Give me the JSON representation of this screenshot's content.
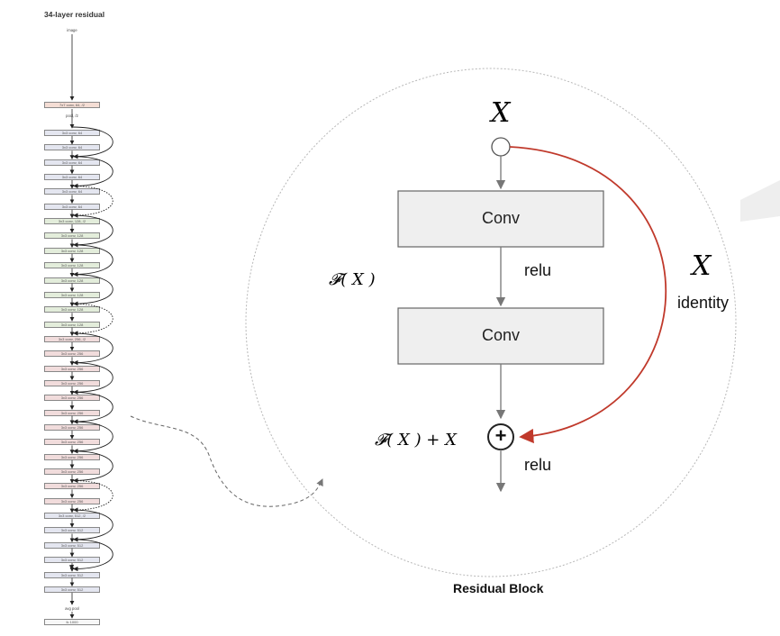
{
  "network": {
    "title": "34-layer residual",
    "input_label": "image",
    "pool_label": "pool, /2",
    "avg_pool_label": "avg pool",
    "layers": [
      {
        "label": "7x7 conv, 64, /2",
        "color": "#f4ddd4"
      },
      {
        "label": "3x3 conv, 64",
        "color": "#e4e6f0"
      },
      {
        "label": "3x3 conv, 64",
        "color": "#e4e6f0"
      },
      {
        "label": "3x3 conv, 64",
        "color": "#e4e6f0"
      },
      {
        "label": "3x3 conv, 64",
        "color": "#e4e6f0"
      },
      {
        "label": "3x3 conv, 64",
        "color": "#e4e6f0"
      },
      {
        "label": "3x3 conv, 64",
        "color": "#e4e6f0"
      },
      {
        "label": "3x3 conv, 128, /2",
        "color": "#e3eddb"
      },
      {
        "label": "3x3 conv, 128",
        "color": "#e3eddb"
      },
      {
        "label": "3x3 conv, 128",
        "color": "#e3eddb"
      },
      {
        "label": "3x3 conv, 128",
        "color": "#e3eddb"
      },
      {
        "label": "3x3 conv, 128",
        "color": "#e3eddb"
      },
      {
        "label": "3x3 conv, 128",
        "color": "#e3eddb"
      },
      {
        "label": "3x3 conv, 128",
        "color": "#e3eddb"
      },
      {
        "label": "3x3 conv, 128",
        "color": "#e3eddb"
      },
      {
        "label": "3x3 conv, 256, /2",
        "color": "#f1dcdc"
      },
      {
        "label": "3x3 conv, 256",
        "color": "#f1dcdc"
      },
      {
        "label": "3x3 conv, 256",
        "color": "#f1dcdc"
      },
      {
        "label": "3x3 conv, 256",
        "color": "#f1dcdc"
      },
      {
        "label": "3x3 conv, 256",
        "color": "#f1dcdc"
      },
      {
        "label": "3x3 conv, 256",
        "color": "#f1dcdc"
      },
      {
        "label": "3x3 conv, 256",
        "color": "#f1dcdc"
      },
      {
        "label": "3x3 conv, 256",
        "color": "#f1dcdc"
      },
      {
        "label": "3x3 conv, 256",
        "color": "#f1dcdc"
      },
      {
        "label": "3x3 conv, 256",
        "color": "#f1dcdc"
      },
      {
        "label": "3x3 conv, 256",
        "color": "#f1dcdc"
      },
      {
        "label": "3x3 conv, 256",
        "color": "#f1dcdc"
      },
      {
        "label": "3x3 conv, 512, /2",
        "color": "#e4e6f0"
      },
      {
        "label": "3x3 conv, 512",
        "color": "#e4e6f0"
      },
      {
        "label": "3x3 conv, 512",
        "color": "#e4e6f0"
      },
      {
        "label": "3x3 conv, 512",
        "color": "#e4e6f0"
      },
      {
        "label": "3x3 conv, 512",
        "color": "#e4e6f0"
      },
      {
        "label": "3x3 conv, 512",
        "color": "#e4e6f0"
      }
    ],
    "fc_label": "fc 1000"
  },
  "block": {
    "input_symbol": "X",
    "conv1_label": "Conv",
    "relu1_label": "relu",
    "conv2_label": "Conv",
    "fx_label": "𝓕( X )",
    "shortcut_symbol": "X",
    "identity_label": "identity",
    "sum_label": "𝓕( X ) + X",
    "plus_symbol": "+",
    "relu2_label": "relu",
    "caption": "Residual Block"
  },
  "colors": {
    "shortcut_arrow": "#c0392b",
    "conv_box_fill": "#efefef",
    "flow_arrow": "#777777"
  }
}
